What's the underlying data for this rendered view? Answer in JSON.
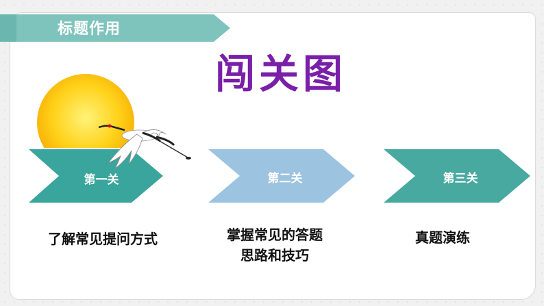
{
  "header": {
    "title": "标题作用"
  },
  "main_title": "闯关图",
  "colors": {
    "banner": "#7fc3bd",
    "step1": "#3aa59c",
    "step2": "#9cc3e0",
    "step3": "#47a99f",
    "title": "#7a1fa8"
  },
  "steps": [
    {
      "label": "第一关",
      "desc_line1": "了解常见提问方式",
      "desc_line2": ""
    },
    {
      "label": "第二关",
      "desc_line1": "掌握常见的答题",
      "desc_line2": "思路和技巧"
    },
    {
      "label": "第三关",
      "desc_line1": "真题演练",
      "desc_line2": ""
    }
  ],
  "icons": [
    "sun-illustration",
    "crane-illustration"
  ]
}
